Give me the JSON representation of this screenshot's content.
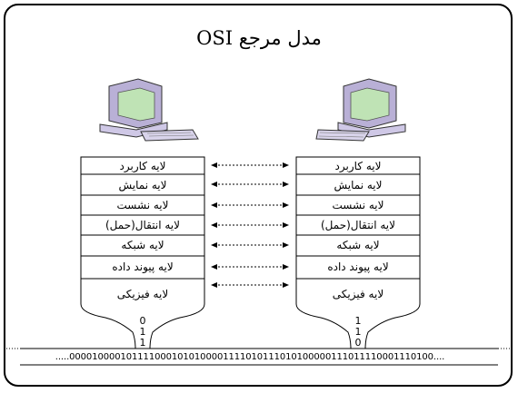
{
  "title": "مدل مرجع OSI",
  "left_stack": {
    "layers": [
      "لایه کاربرد",
      "لایه نمایش",
      "لایه نشست",
      "لایه انتقال(حمل)",
      "لایه شبکه",
      "لایه پیوند داده",
      "لایه فیزیکی"
    ],
    "bits": [
      "0",
      "1",
      "1"
    ]
  },
  "right_stack": {
    "layers": [
      "لایه کاربرد",
      "لایه نمایش",
      "لایه نشست",
      "لایه انتقال(حمل)",
      "لایه شبکه",
      "لایه پیوند داده",
      "لایه فیزیکی"
    ],
    "bits": [
      "1",
      "1",
      "0"
    ]
  },
  "bitstream": ".....0000100001011110001010100001111010111010100000111011110001110100....",
  "icons": {
    "computer": "computer-icon",
    "arrow": "dotted-double-arrow-icon"
  },
  "colors": {
    "monitor_body": "#b9b0d6",
    "monitor_screen": "#bfe3b5",
    "border": "#000000"
  }
}
